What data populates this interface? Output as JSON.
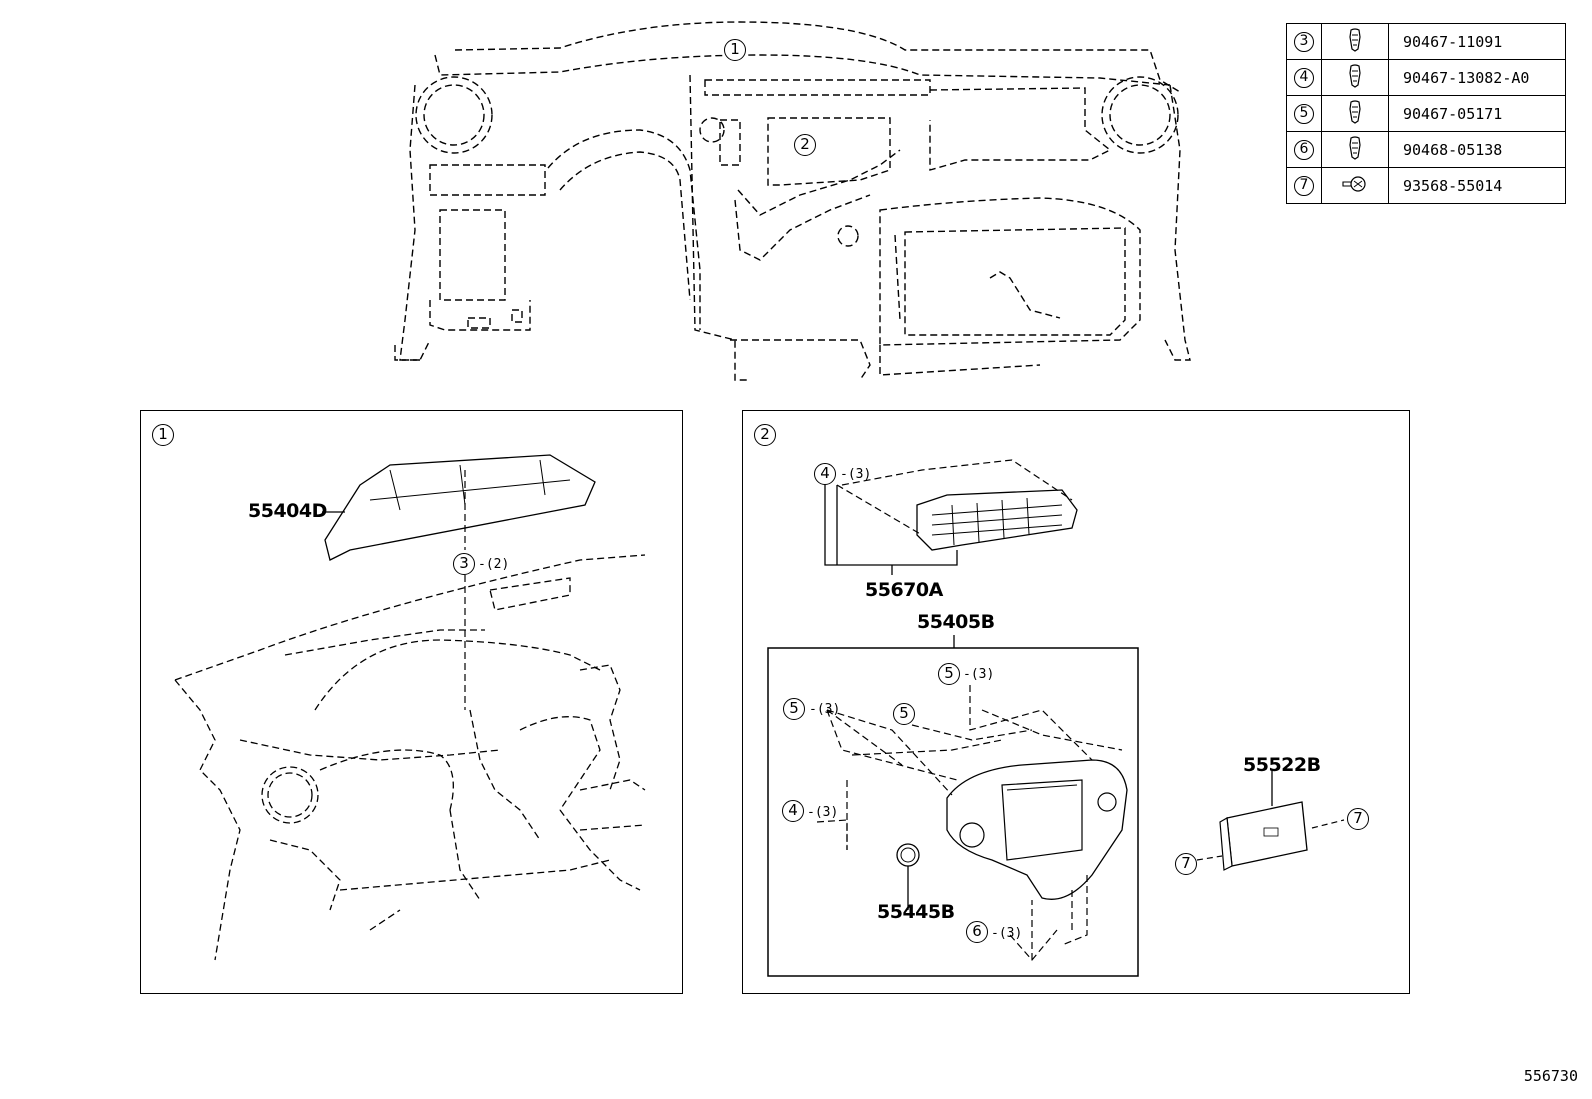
{
  "table": {
    "rows": [
      {
        "ref": "3",
        "icon": "clip-icon",
        "part_no": "90467-11091"
      },
      {
        "ref": "4",
        "icon": "clip-icon",
        "part_no": "90467-13082-A0"
      },
      {
        "ref": "5",
        "icon": "clip-icon",
        "part_no": "90467-05171"
      },
      {
        "ref": "6",
        "icon": "clip-icon",
        "part_no": "90468-05138"
      },
      {
        "ref": "7",
        "icon": "screw-icon",
        "part_no": "93568-55014"
      }
    ]
  },
  "overview": {
    "callout_1": "1",
    "callout_2": "2"
  },
  "panel1": {
    "ref": "1",
    "part_label": "55404D",
    "clip_ref": "3",
    "clip_qty": "-(2)"
  },
  "panel2": {
    "ref": "2",
    "vent": {
      "label": "55670A",
      "clip_ref": "4",
      "clip_qty": "-(3)"
    },
    "bezel": {
      "label": "55405B",
      "clip5_top_ref": "5",
      "clip5_top_qty": "-(3)",
      "clip5_left_ref": "5",
      "clip5_left_qty": "-(3)",
      "clip5_mid_ref": "5",
      "clip4_ref": "4",
      "clip4_qty": "-(3)",
      "clip6_ref": "6",
      "clip6_qty": "-(3)",
      "knob_label": "55445B"
    },
    "switch": {
      "label": "55522B",
      "screw_ref_right": "7",
      "screw_ref_left": "7"
    }
  },
  "diagram_number": "556730"
}
